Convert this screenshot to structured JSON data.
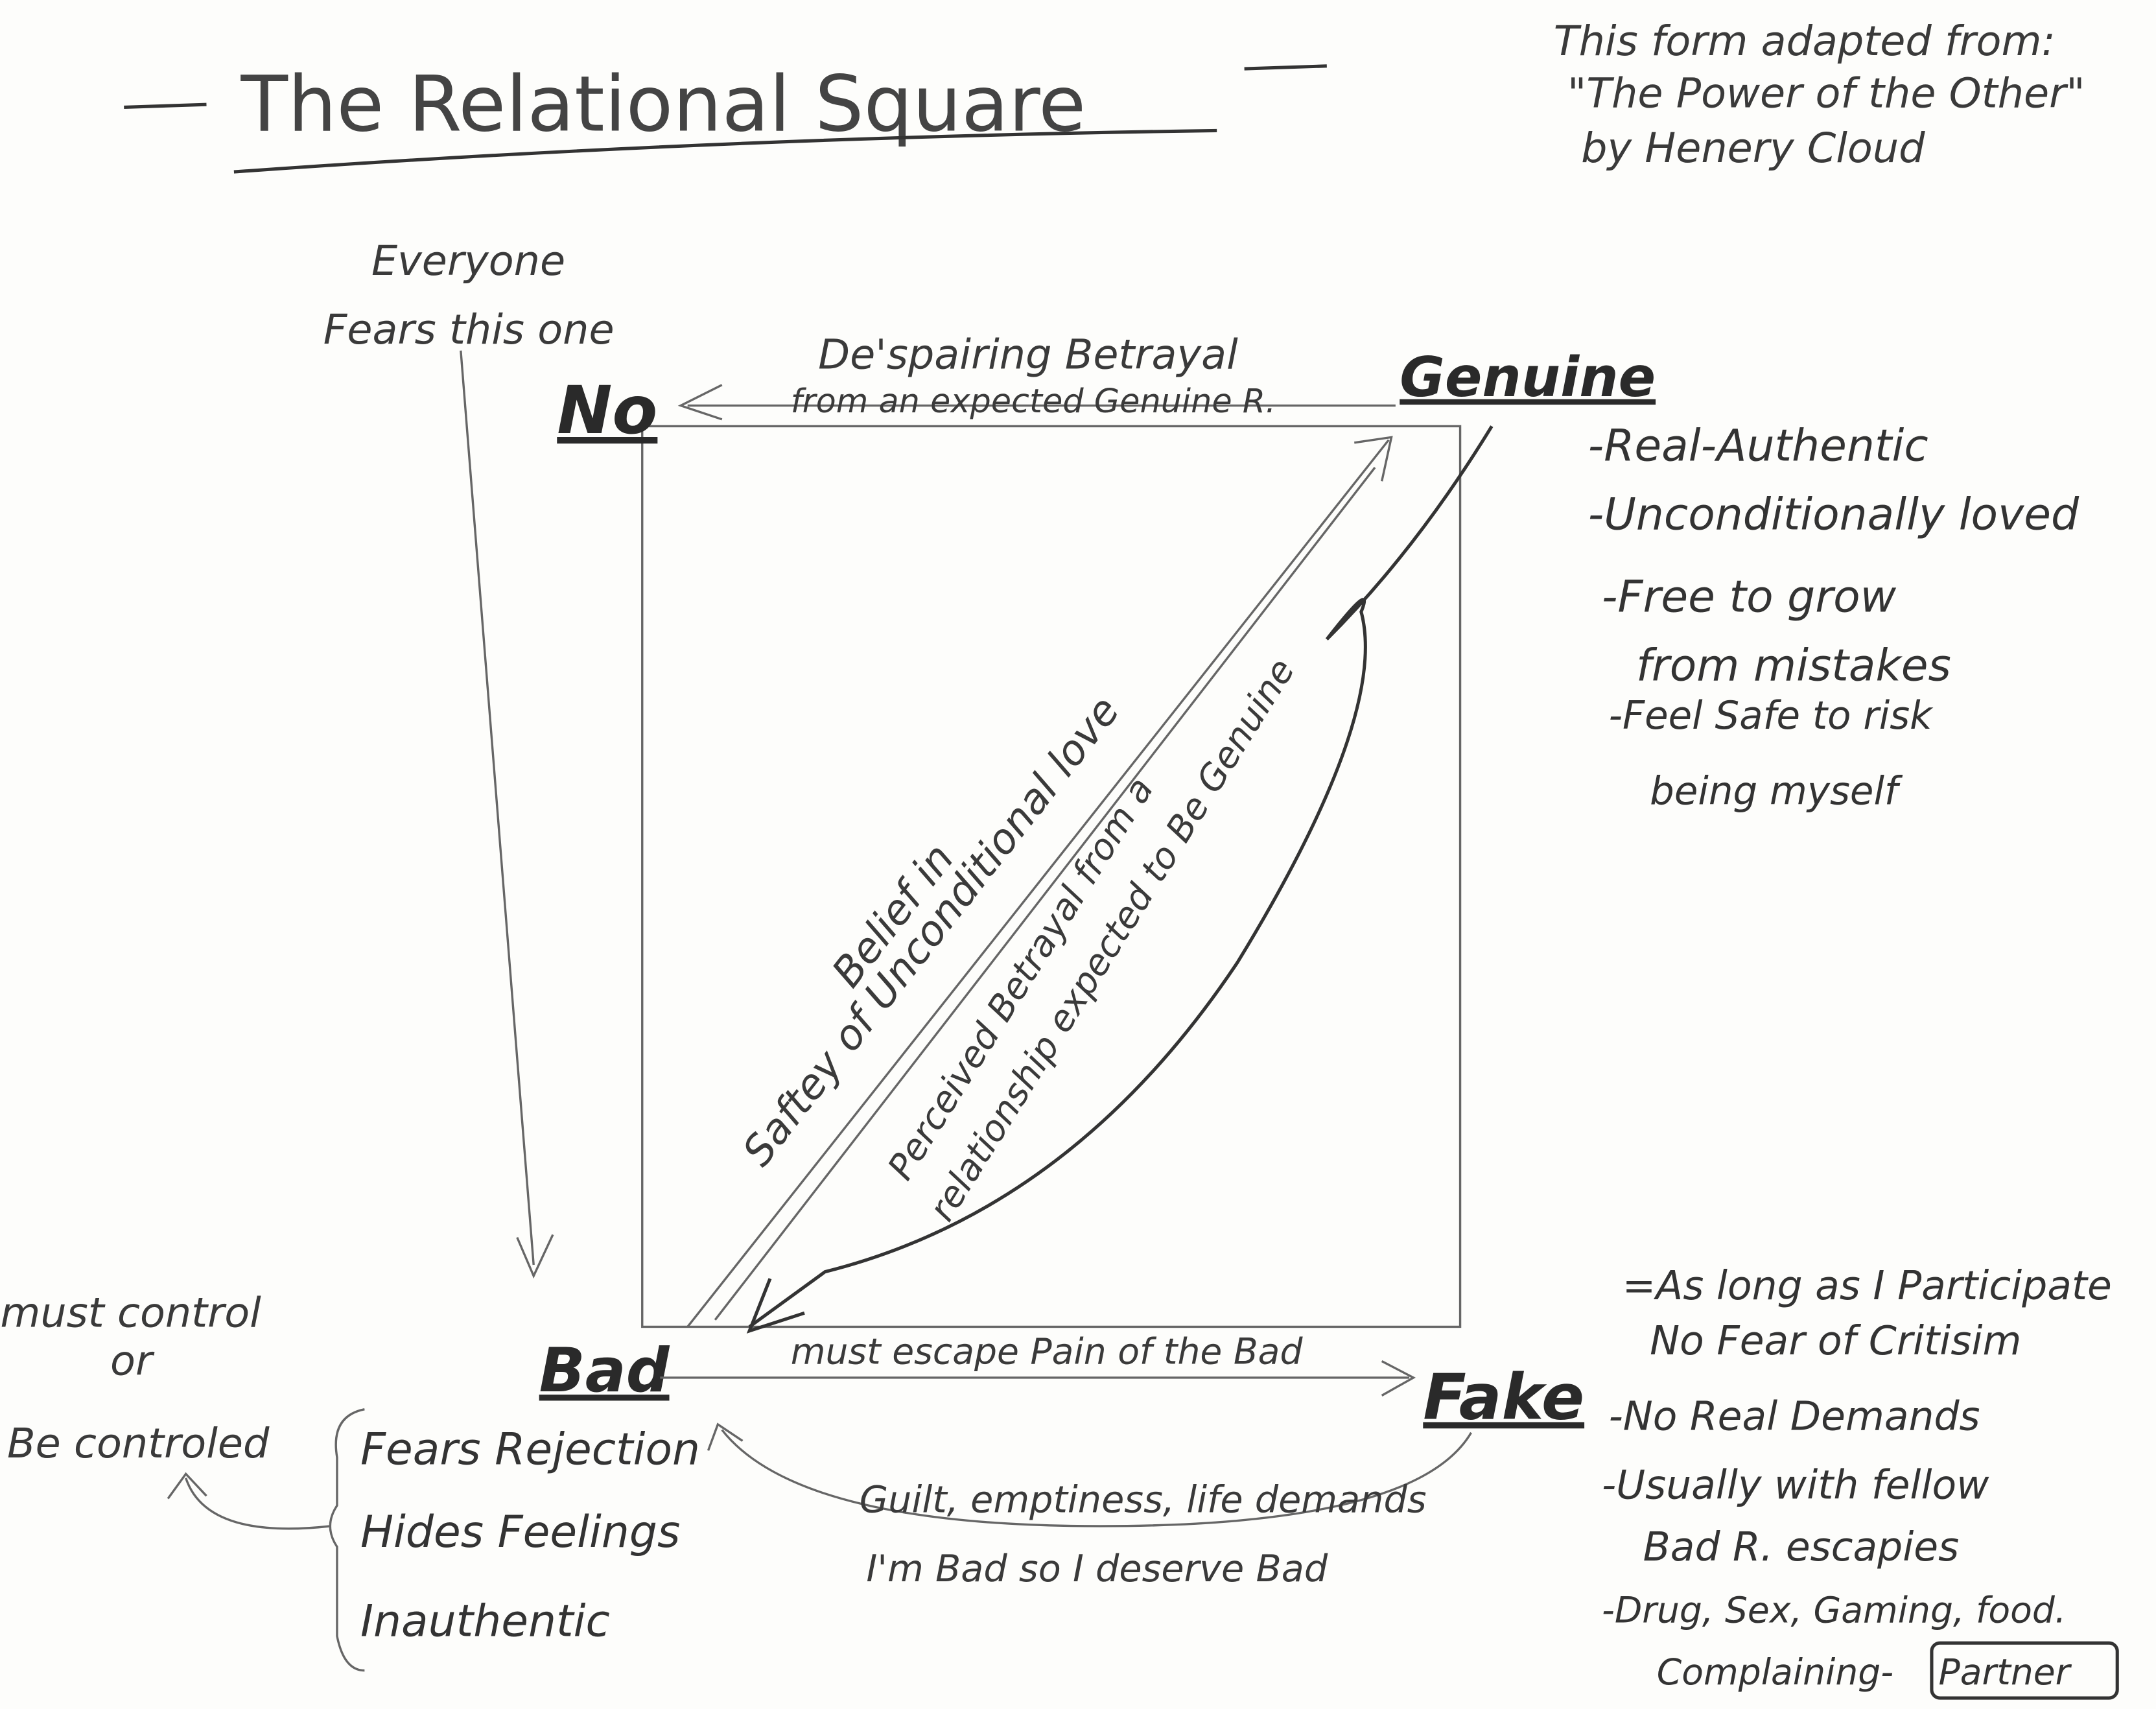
{
  "title": "The Relational Square",
  "attribution": [
    "This form adapted from:",
    "\"The Power of the Other\"",
    "by Henery Cloud"
  ],
  "corners": {
    "no": "No",
    "genuine": "Genuine",
    "bad": "Bad",
    "fake": "Fake"
  },
  "no_note": [
    "Everyone",
    "Fears this one"
  ],
  "top_arrow": [
    "De'spairing Betrayal",
    "from an expected Genuine R."
  ],
  "diagonal_up": [
    "Belief in",
    "Saftey of Unconditional love"
  ],
  "diagonal_down": [
    "Perceived Betrayal from a",
    "relationship expected to Be Genuine"
  ],
  "bottom_arrow": "must escape Pain of the Bad",
  "return_arrow": [
    "Guilt, emptiness, life demands",
    "I'm Bad so I deserve Bad"
  ],
  "genuine_list": [
    "-Real-Authentic",
    "-Unconditionally loved",
    "-Free to grow",
    "from mistakes",
    "-Feel Safe to risk",
    "being myself"
  ],
  "bad_list": [
    "Fears Rejection",
    "Hides Feelings",
    "Inauthentic"
  ],
  "bad_note": [
    "must control",
    "or",
    "Be controled"
  ],
  "fake_list": [
    "=As long as I Participate",
    "No Fear of Critisim",
    "-No Real Demands",
    "-Usually with fellow",
    "Bad R. escapies",
    "-Drug, Sex, Gaming, food.",
    "Complaining-",
    "Partner"
  ]
}
